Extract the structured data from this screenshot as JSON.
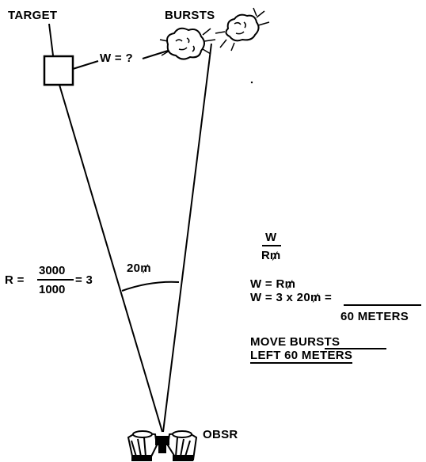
{
  "labels": {
    "target": "TARGET",
    "bursts": "BURSTS",
    "w_unknown": "W = ?",
    "angle": "20₥",
    "observer": "OBSR"
  },
  "range_formula": {
    "prefix": "R =",
    "numerator": "3000",
    "denominator": "1000",
    "result": "= 3"
  },
  "formula_panel": {
    "fraction_top": "W",
    "fraction_bottom": "R₥",
    "line1": "W = R₥",
    "line2": "W = 3 x 20₥ =",
    "answer": "60 METERS",
    "instruction_line1_a": "MOVE BURS",
    "instruction_line1_b": "TS",
    "instruction_line2": "LEFT 60 METERS"
  },
  "colors": {
    "ink": "#000000",
    "background": "#ffffff"
  },
  "icons": [
    "target-square-icon",
    "burst-cloud-icon",
    "binoculars-icon"
  ]
}
